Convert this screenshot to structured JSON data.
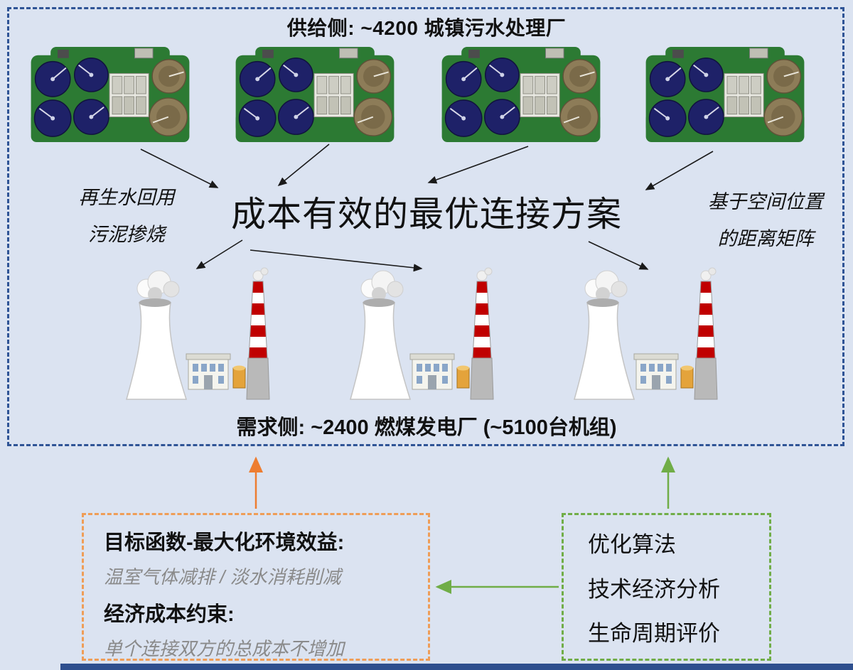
{
  "supply": {
    "title_bold": "供给侧",
    "title_rest": ": ~4200 城镇污水处理厂"
  },
  "center": {
    "main_text": "成本有效的最优连接方案",
    "left_note_line1": "再生水回用",
    "left_note_line2": "污泥掺烧",
    "right_note_line1": "基于空间位置",
    "right_note_line2": "的距离矩阵"
  },
  "demand": {
    "title_bold": "需求侧",
    "title_rest": ": ~2400 燃煤发电厂 (~5100台机组)"
  },
  "objective_box": {
    "goal_title": "目标函数-最大化环境效益:",
    "goal_detail": "温室气体减排 / 淡水消耗削减",
    "constraint_title": "经济成本约束:",
    "constraint_detail": "单个连接双方的总成本不增加"
  },
  "method_box": {
    "items": [
      "优化算法",
      "技术经济分析",
      "生命周期评价"
    ]
  },
  "colors": {
    "background": "#dbe3f1",
    "blue_border": "#2f5496",
    "orange": "#ed7d31",
    "green": "#70ad47",
    "gray_text": "#8a8a8a",
    "chimney_red": "#c00000",
    "bottom_bar": "#2e4f8e"
  }
}
